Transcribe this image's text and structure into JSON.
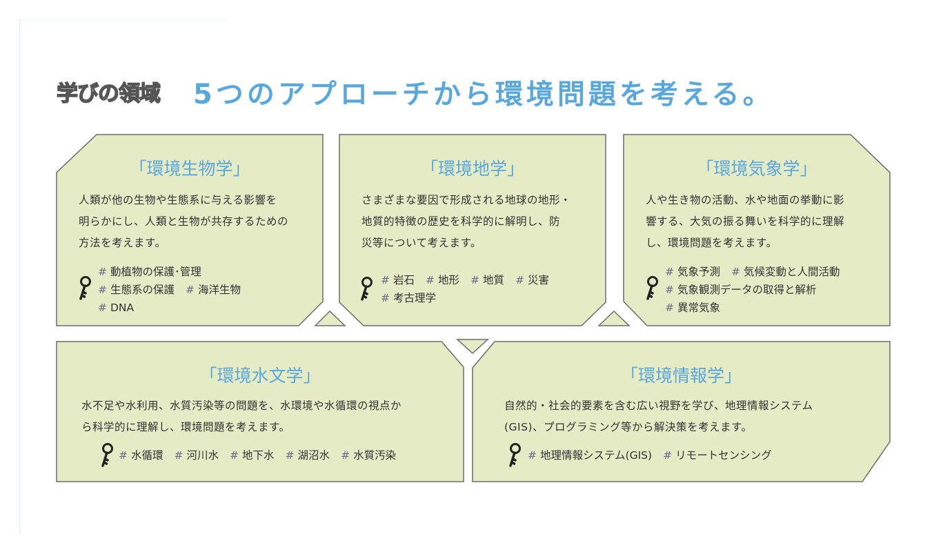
{
  "header": {
    "label": "学びの領域",
    "title": "5つのアプローチから環境問題を考える。"
  },
  "colors": {
    "card_fill": "#e5ebc5",
    "card_stroke": "#6b6b6b",
    "accent": "#5aa7dc"
  },
  "cards": [
    {
      "title": "「環境生物学」",
      "body": [
        "人類が他の生物や生態系に与える影響を",
        "明らかにし、人類と生物が共存するための",
        "方法を考えます。"
      ],
      "tags": [
        [
          "動植物の保護･管理"
        ],
        [
          "生態系の保護",
          "海洋生物"
        ],
        [
          "DNA"
        ]
      ]
    },
    {
      "title": "「環境地学」",
      "body": [
        "さまざまな要因で形成される地球の地形・",
        "地質的特徴の歴史を科学的に解明し、防",
        "災等について考えます。"
      ],
      "tags": [
        [
          "岩石",
          "地形",
          "地質",
          "災害"
        ],
        [
          "考古理学"
        ]
      ]
    },
    {
      "title": "「環境気象学」",
      "body": [
        "人や生き物の活動、水や地面の挙動に影",
        "響する、大気の振る舞いを科学的に理解",
        "し、環境問題を考えます。"
      ],
      "tags": [
        [
          "気象予測",
          "気候変動と人間活動"
        ],
        [
          "気象観測データの取得と解析"
        ],
        [
          "異常気象"
        ]
      ]
    },
    {
      "title": "「環境水文学」",
      "body": [
        "水不足や水利用、水質汚染等の問題を、水環境や水循環の視点か",
        "ら科学的に理解し、環境問題を考えます。"
      ],
      "tags": [
        [
          "水循環",
          "河川水",
          "地下水",
          "湖沼水",
          "水質汚染"
        ]
      ]
    },
    {
      "title": "「環境情報学」",
      "body": [
        "自然的・社会的要素を含む広い視野を学び、地理情報システム",
        "(GIS)、プログラミング等から解決策を考えます。"
      ],
      "tags": [
        [
          "地理情報システム(GIS)",
          "リモートセンシング"
        ]
      ]
    }
  ],
  "hash": "#"
}
